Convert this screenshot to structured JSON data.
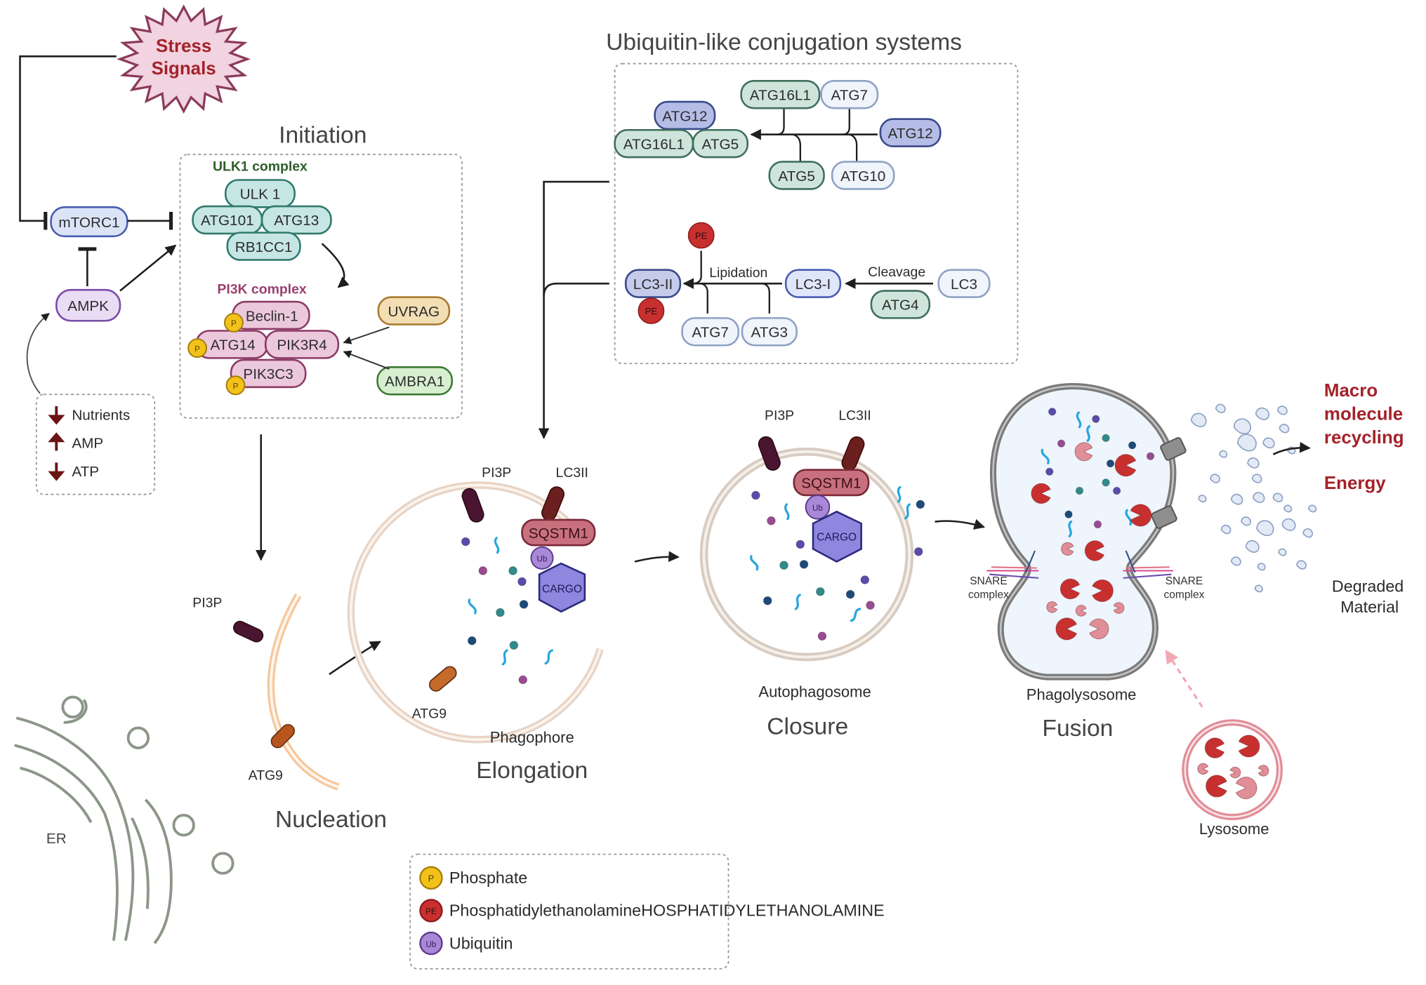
{
  "stress": {
    "line1": "Stress",
    "line2": "Signals"
  },
  "sections": {
    "initiation": "Initiation",
    "ubiquitin": "Ubiquitin-like conjugation systems",
    "nucleation": "Nucleation",
    "elongation": "Elongation",
    "closure": "Closure",
    "fusion": "Fusion"
  },
  "regulators": {
    "mtorc1": "mTORC1",
    "ampk": "AMPK"
  },
  "energy_box": {
    "items": [
      {
        "direction": "down",
        "label": "Nutrients"
      },
      {
        "direction": "up",
        "label": "AMP"
      },
      {
        "direction": "down",
        "label": "ATP"
      }
    ]
  },
  "ulk1": {
    "title": "ULK1 complex",
    "proteins": [
      "ULK 1",
      "ATG101",
      "ATG13",
      "RB1CC1"
    ]
  },
  "pi3k": {
    "title": "PI3K complex",
    "proteins": [
      "Beclin-1",
      "ATG14",
      "PIK3R4",
      "PIK3C3"
    ],
    "phosphate_label": "P",
    "activators": [
      "UVRAG",
      "AMBRA1"
    ]
  },
  "conjugation": {
    "atg12_complex": {
      "top": "ATG12",
      "left": "ATG16L1",
      "right": "ATG5"
    },
    "upper_inputs": [
      "ATG16L1",
      "ATG7"
    ],
    "lower_inputs": [
      "ATG5",
      "ATG10"
    ],
    "source": "ATG12",
    "lc3_product": "LC3-II",
    "pe_label": "PE",
    "lipidation": "Lipidation",
    "lc3_i": "LC3-I",
    "cleavage": "Cleavage",
    "lc3": "LC3",
    "atg4": "ATG4",
    "lipidation_enzymes": [
      "ATG7",
      "ATG3"
    ]
  },
  "nucleation_stage": {
    "pi3p": "PI3P",
    "atg9": "ATG9",
    "er": "ER"
  },
  "phagophore": {
    "pi3p": "PI3P",
    "lc3ii": "LC3II",
    "sqstm1": "SQSTM1",
    "ub": "Ub",
    "cargo": "CARGO",
    "atg9": "ATG9",
    "name": "Phagophore"
  },
  "autophagosome": {
    "pi3p": "PI3P",
    "lc3ii": "LC3II",
    "sqstm1": "SQSTM1",
    "ub": "Ub",
    "cargo": "CARGO",
    "name": "Autophagosome"
  },
  "phagolysosome": {
    "name": "Phagolysosome",
    "snare_left": [
      "SNARE",
      "complex"
    ],
    "snare_right": [
      "SNARE",
      "complex"
    ]
  },
  "lysosome": {
    "name": "Lysosome"
  },
  "outputs": {
    "recycling": [
      "Macro",
      "molecule",
      "recycling"
    ],
    "energy": "Energy",
    "degraded": [
      "Degraded",
      "Material"
    ]
  },
  "legend": {
    "items": [
      {
        "symbol": "P",
        "label": "Phosphate",
        "color": "#f2c21b"
      },
      {
        "symbol": "PE",
        "label": "PhosphatidylethanolamineHOSPHATIDYLETHANOLAMINE",
        "color": "#c8302f"
      },
      {
        "symbol": "Ub",
        "label": "Ubiquitin",
        "color": "#a988d8"
      }
    ]
  },
  "colors": {
    "ulk_fill": "#c6e6e4",
    "ulk_stroke": "#2f7a6b",
    "pi3k_fill": "#ecc8dc",
    "pi3k_stroke": "#8b3a66",
    "uvrag_fill": "#f3deb4",
    "uvrag_stroke": "#a97b2e",
    "ambra_fill": "#d7efcf",
    "ambra_stroke": "#3d7a32",
    "mtorc_fill": "#dbe4f7",
    "mtorc_stroke": "#4a5cb0",
    "ampk_fill": "#e9dcf5",
    "ampk_stroke": "#7b4ca8",
    "stress_fill": "#f2d3e0",
    "stress_stroke": "#8b3a5a",
    "stress_text": "#a3222a",
    "green_fill": "#cfe5dc",
    "green_stroke": "#3f6e5d",
    "light_fill": "#f0f4fb",
    "light_stroke": "#8ea2c4",
    "atg12_fill": "#b5bde6",
    "atg12_stroke": "#3a4a8a",
    "lc3i_fill": "#dfe6fa",
    "lc3i_stroke": "#4a5cb0",
    "pe_color": "#c8302f",
    "p_color": "#f2c21b",
    "ub_color": "#a988d8",
    "sqstm_fill": "#c8707e",
    "sqstm_stroke": "#7a2838",
    "cargo_fill": "#8e86df",
    "cargo_stroke": "#2d2a7a",
    "output_red": "#a3222a"
  }
}
